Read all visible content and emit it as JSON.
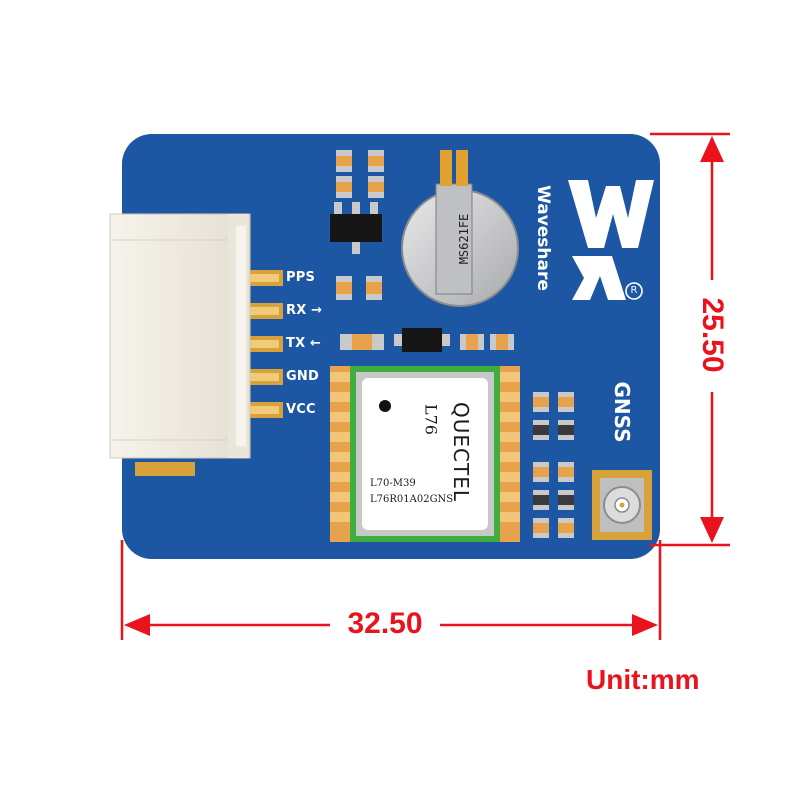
{
  "board": {
    "brand": "Waveshare",
    "registered_mark": "R",
    "module_label": "GNSS",
    "battery_text": "MS621FE",
    "pins": [
      {
        "label": "PPS",
        "arrow": ""
      },
      {
        "label": "RX",
        "arrow": "→"
      },
      {
        "label": "TX",
        "arrow": "←"
      },
      {
        "label": "GND",
        "arrow": ""
      },
      {
        "label": "VCC",
        "arrow": ""
      }
    ],
    "gps_module": {
      "maker": "QUECTEL",
      "model": "L76",
      "line1": "L70-M39",
      "line2": "L76R01A02GNS"
    }
  },
  "dimensions": {
    "width": "32.50",
    "height": "25.50",
    "unit": "Unit:mm"
  },
  "colors": {
    "pcb": "#1d56a3",
    "dimension": "#e8131c",
    "connector": "#f3efe6",
    "gold": "#d8a23a"
  }
}
